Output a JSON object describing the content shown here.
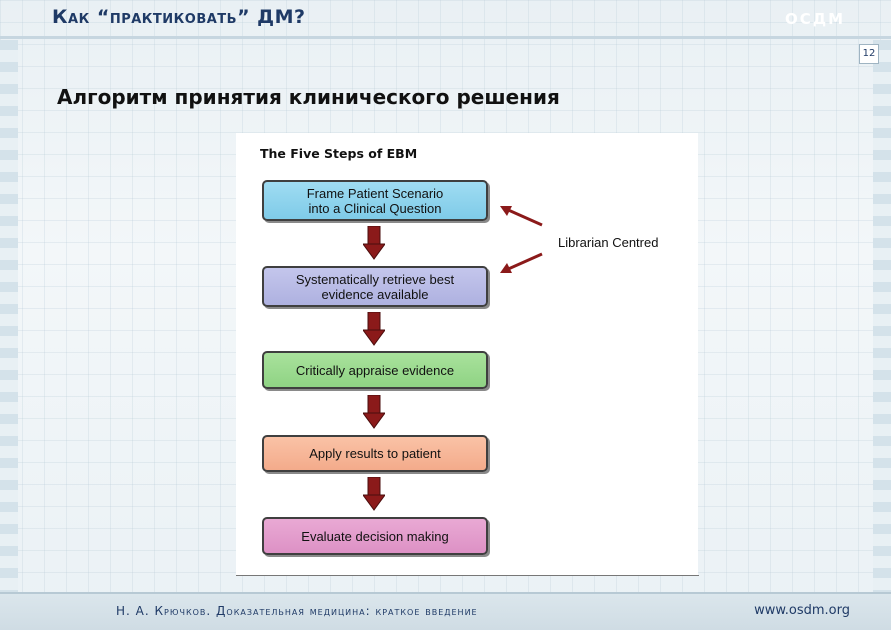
{
  "header": {
    "title": "Как “практиковать” ДМ?",
    "logo": "ОСДМ",
    "page_number": "12"
  },
  "slide": {
    "heading": "Алгоритм принятия клинического решения"
  },
  "figure": {
    "title": "The Five Steps of EBM",
    "steps": [
      {
        "line1": "Frame Patient Scenario",
        "line2": "into a Clinical Question",
        "color": "#8fd3ed"
      },
      {
        "line1": "Systematically retrieve best",
        "line2": "evidence available",
        "color": "#b8bae6"
      },
      {
        "line1": "Critically appraise evidence",
        "line2": "",
        "color": "#97d88b"
      },
      {
        "line1": "Apply results to patient",
        "line2": "",
        "color": "#f6b697"
      },
      {
        "line1": "Evaluate decision making",
        "line2": "",
        "color": "#e39dcd"
      }
    ],
    "side_label": "Librarian Centred",
    "arrow_color": "#8b1a1a"
  },
  "footer": {
    "author": "Н. А. Крючков. Доказательная медицина: краткое введение",
    "url": "www.osdm.org"
  }
}
